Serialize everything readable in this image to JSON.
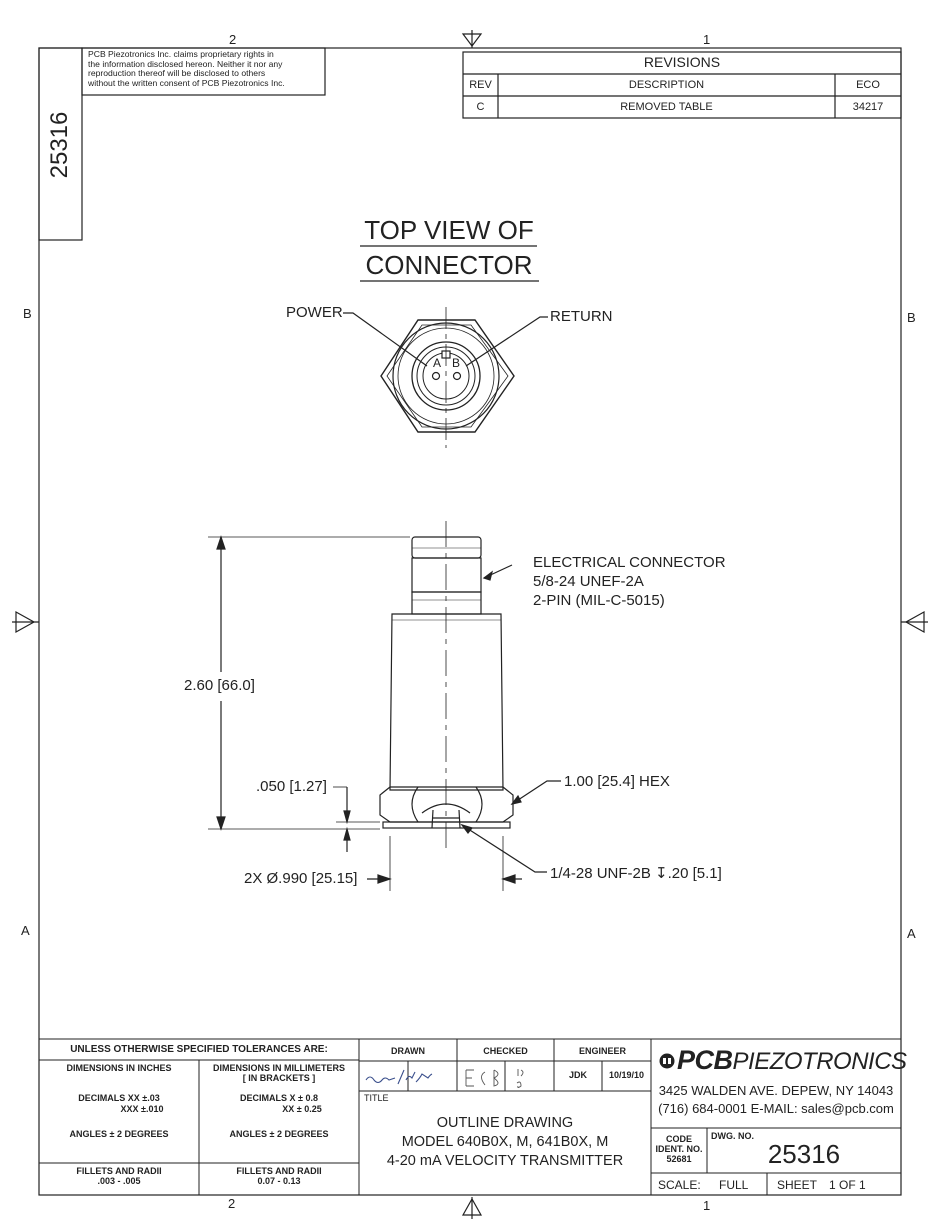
{
  "zones": {
    "top_left": "2",
    "top_right": "1",
    "bottom_left": "2",
    "bottom_right": "1",
    "left_upper": "B",
    "right_upper": "B",
    "left_lower": "A",
    "right_lower": "A"
  },
  "proprietary": {
    "lines": [
      "PCB Piezotronics Inc. claims proprietary rights in",
      "the information disclosed hereon.  Neither it nor any",
      "reproduction thereof will be disclosed to others",
      "without the written consent of PCB Piezotronics Inc."
    ]
  },
  "side_number": "25316",
  "revisions": {
    "title": "REVISIONS",
    "headers": {
      "rev": "REV",
      "description": "DESCRIPTION",
      "eco": "ECO"
    },
    "rows": [
      {
        "rev": "C",
        "description": "REMOVED TABLE",
        "eco": "34217"
      }
    ]
  },
  "top_view": {
    "title_line1": "TOP VIEW OF",
    "title_line2": "CONNECTOR",
    "power_label": "POWER",
    "return_label": "RETURN",
    "pin_a": "A",
    "pin_b": "B"
  },
  "callouts": {
    "connector_line1": "ELECTRICAL CONNECTOR",
    "connector_line2": "5/8-24 UNEF-2A",
    "connector_line3": "2-PIN (MIL-C-5015)",
    "height": "2.60 [66.0]",
    "base_gap": ".050 [1.27]",
    "hex": "1.00 [25.4] HEX",
    "thread": "1/4-28 UNF-2B ↧.20 [5.1]",
    "diameter": "2X Ø.990 [25.15]"
  },
  "tolerances": {
    "header": "UNLESS OTHERWISE SPECIFIED TOLERANCES ARE:",
    "inches_header": "DIMENSIONS  IN INCHES",
    "mm_header_line1": "DIMENSIONS IN MILLIMETERS",
    "mm_header_line2": "[ IN BRACKETS ]",
    "inch_dec1": "DECIMALS   XX  ±.03",
    "inch_dec2": "XXX  ±.010",
    "mm_dec1": "DECIMALS   X  ± 0.8",
    "mm_dec2": "XX  ± 0.25",
    "inch_angles": "ANGLES ± 2 DEGREES",
    "mm_angles": "ANGLES ± 2 DEGREES",
    "inch_fillets_label": "FILLETS AND RADII",
    "inch_fillets_value": ".003 - .005",
    "mm_fillets_label": "FILLETS AND RADII",
    "mm_fillets_value": "0.07 - 0.13"
  },
  "signoff": {
    "drawn_label": "DRAWN",
    "checked_label": "CHECKED",
    "engineer_label": "ENGINEER",
    "engineer_name": "JDK",
    "engineer_date": "10/19/10"
  },
  "title_block": {
    "title_label": "TITLE",
    "title_line1": "OUTLINE DRAWING",
    "title_line2": "MODEL 640B0X, M, 641B0X, M",
    "title_line3": "4-20 mA VELOCITY TRANSMITTER",
    "code_label_line1": "CODE",
    "code_label_line2": "IDENT. NO.",
    "code_value": "52681",
    "dwg_label": "DWG. NO.",
    "dwg_value": "25316",
    "scale_label": "SCALE:",
    "scale_value": "FULL",
    "sheet_label": "SHEET",
    "sheet_value": "1 OF 1"
  },
  "company": {
    "name_bold": "PCB",
    "name_rest": "PIEZOTRONICS",
    "address": "3425 WALDEN AVE. DEPEW, NY 14043",
    "contact": "(716)  684-0001 E-MAIL:  sales@pcb.com"
  }
}
